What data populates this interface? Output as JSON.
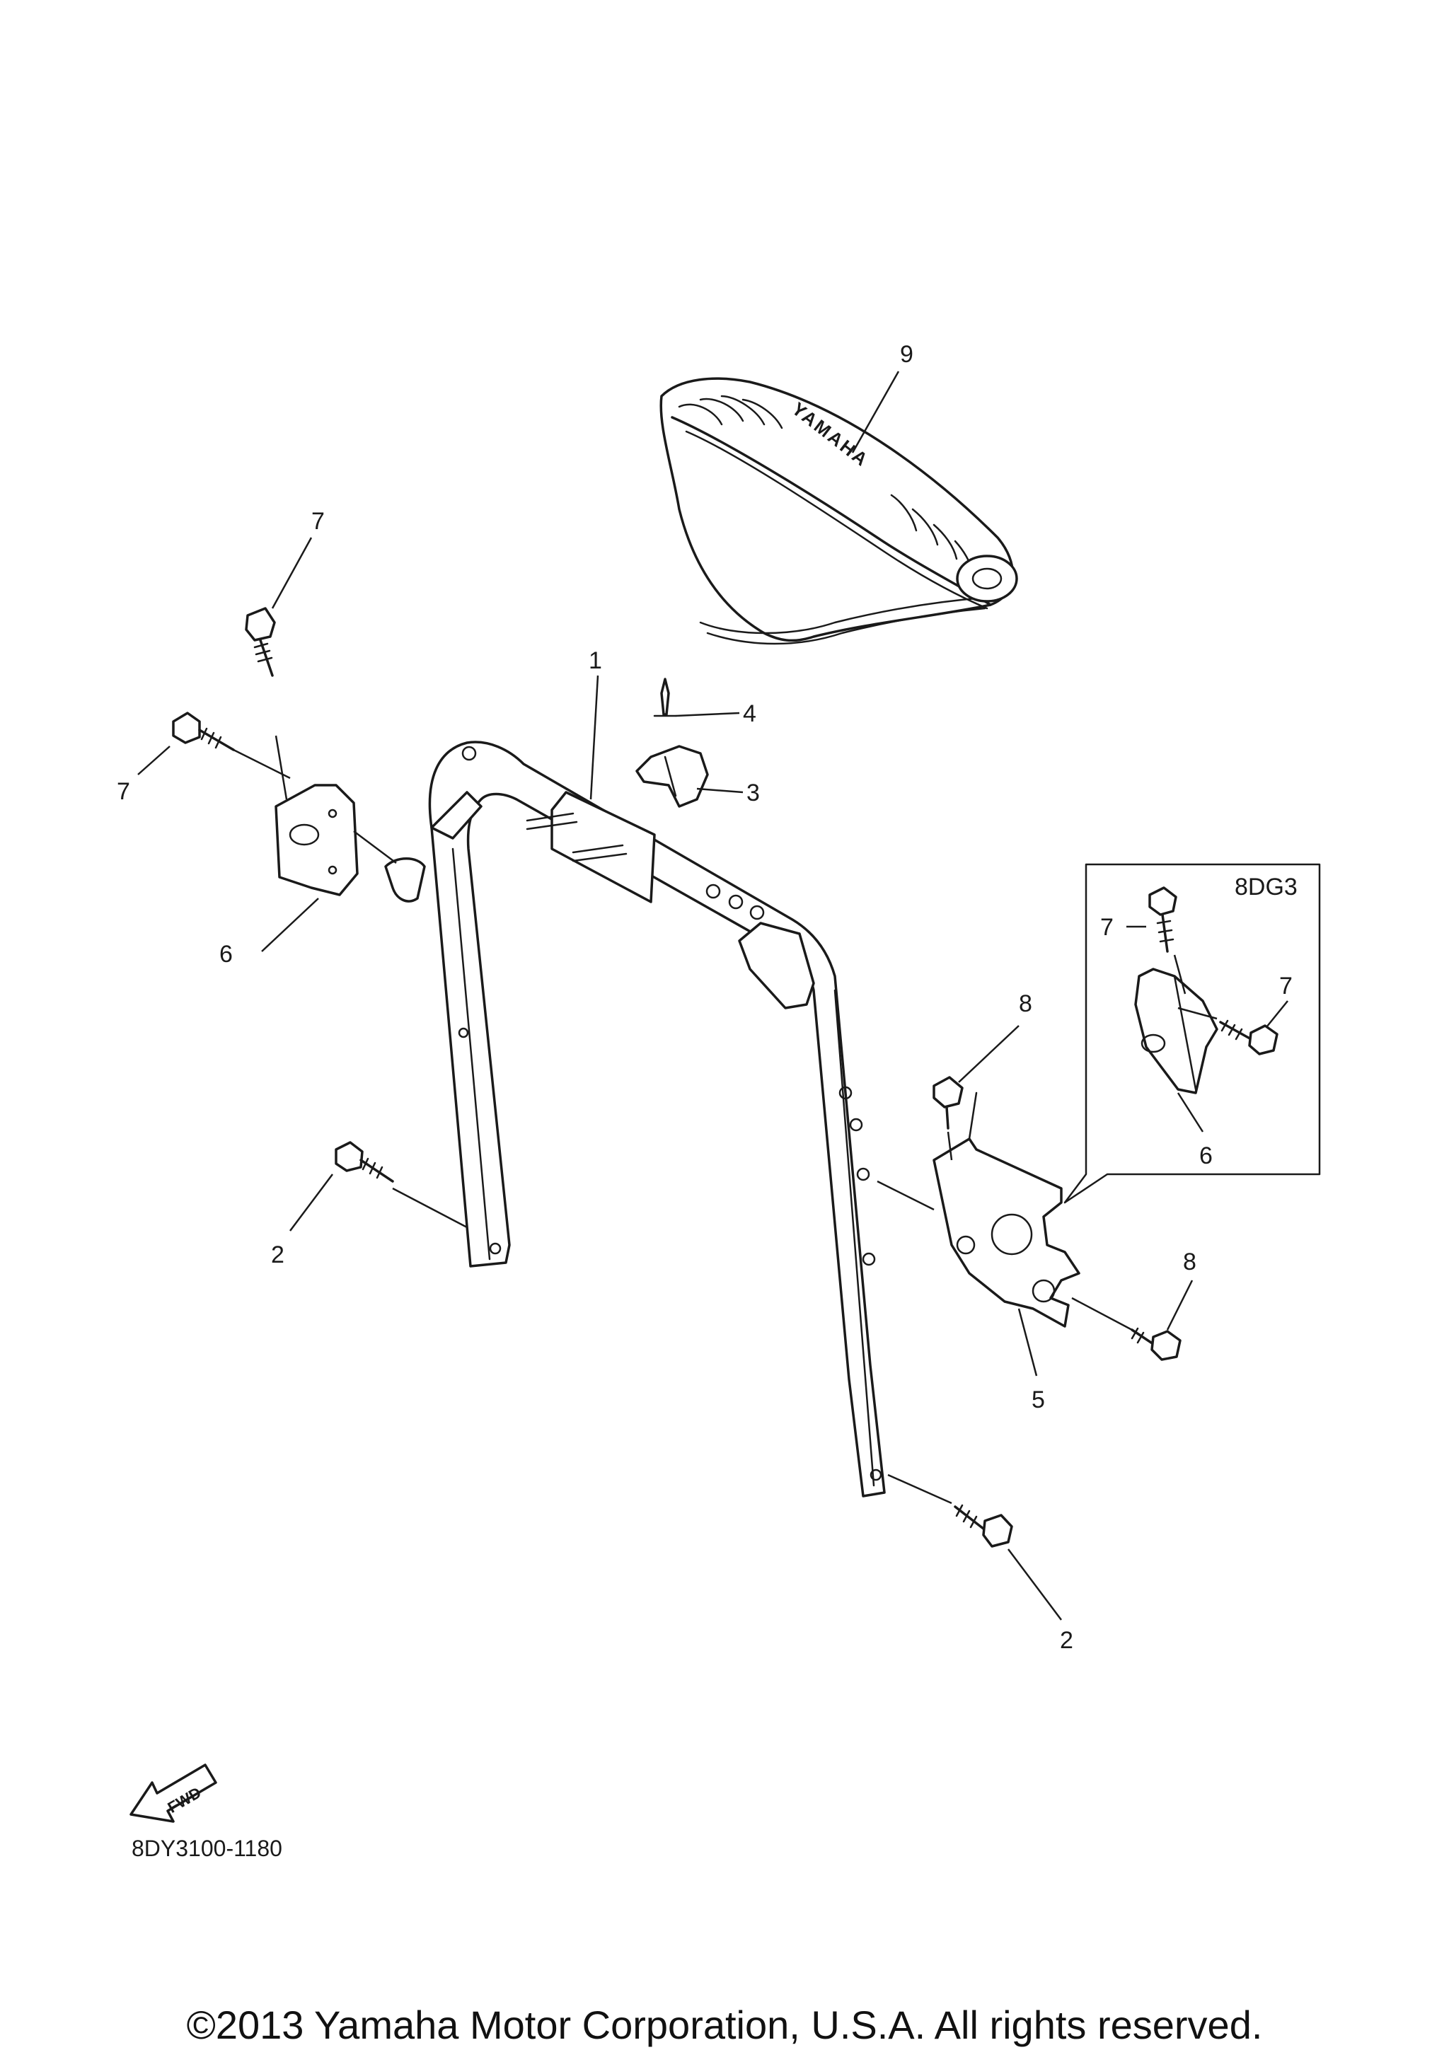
{
  "callouts": {
    "c1": "1",
    "c2a": "2",
    "c2b": "2",
    "c3": "3",
    "c4": "4",
    "c5": "5",
    "c6a": "6",
    "c6b": "6",
    "c7a": "7",
    "c7b": "7",
    "c7c": "7",
    "c7d": "7",
    "c8a": "8",
    "c8b": "8",
    "c9": "9"
  },
  "inset": {
    "label": "8DG3"
  },
  "seat": {
    "brand": "YAMAHA"
  },
  "fwd_arrow": {
    "label": "FWD"
  },
  "diagram_code": "8DY3100-1180",
  "copyright": "©2013 Yamaha Motor Corporation, U.S.A. All rights reserved.",
  "icons": [
    "seat",
    "pole-frame",
    "bracket",
    "bolt",
    "clip",
    "rivet",
    "fwd-arrow"
  ]
}
